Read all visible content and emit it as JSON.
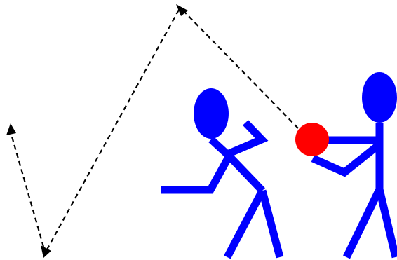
{
  "colors": {
    "background": "#ffffff",
    "figure": "#0000ff",
    "ball": "#ff0000",
    "path": "#000000"
  },
  "scene": {
    "figures": [
      {
        "name": "left-figure",
        "pose": "catching"
      },
      {
        "name": "right-figure",
        "pose": "throwing"
      }
    ],
    "ball": {
      "state": "held by right figure"
    },
    "trajectory": {
      "style": "dashed",
      "arrowheads": 3
    }
  }
}
